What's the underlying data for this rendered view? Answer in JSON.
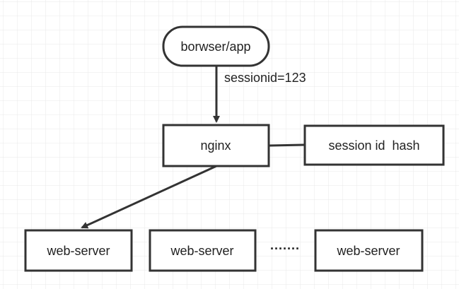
{
  "nodes": {
    "browser": "borwser/app",
    "nginx": "nginx",
    "hash": "session id  hash",
    "server1": "web-server",
    "server2": "web-server",
    "server3": "web-server",
    "ellipsis": "·······"
  },
  "edges": {
    "browser_to_nginx_label": "sessionid=123"
  },
  "colors": {
    "stroke": "#333333",
    "grid": "#e6e6e6"
  }
}
